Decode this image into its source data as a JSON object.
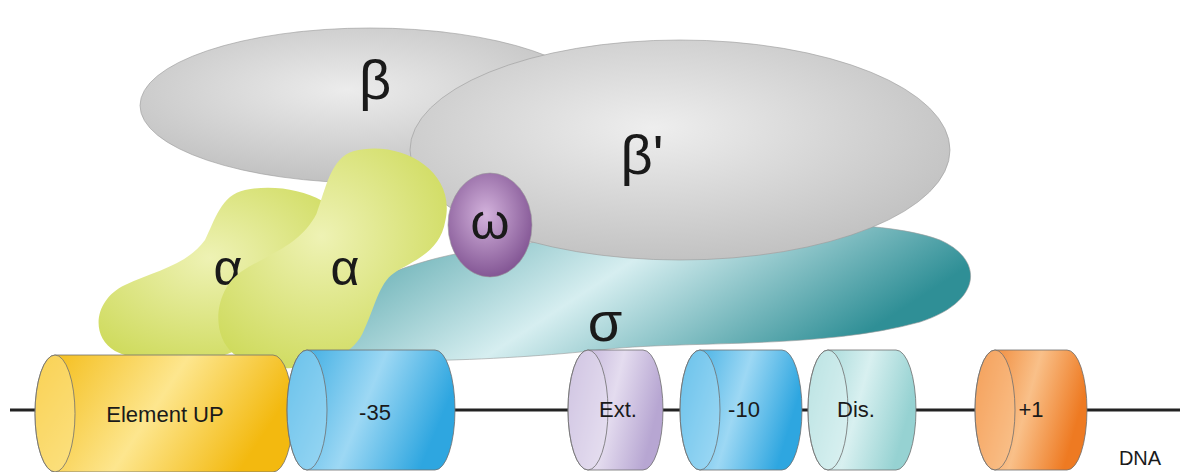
{
  "diagram": {
    "nodes": [
      {
        "text": [
          "β"
        ]
      },
      {
        "text": [
          "β'"
        ]
      },
      {
        "text": [
          "α"
        ]
      },
      {
        "text": [
          "α"
        ]
      },
      {
        "text": [
          "ω"
        ]
      },
      {
        "text": [
          "σ"
        ]
      },
      {
        "text": [
          "Element UP"
        ]
      },
      {
        "text": [
          "-35"
        ]
      },
      {
        "text": [
          "Ext."
        ]
      },
      {
        "text": [
          "-10"
        ]
      },
      {
        "text": [
          "Dis."
        ]
      },
      {
        "text": [
          "+1"
        ]
      }
    ],
    "labels": [
      "DNA"
    ]
  }
}
